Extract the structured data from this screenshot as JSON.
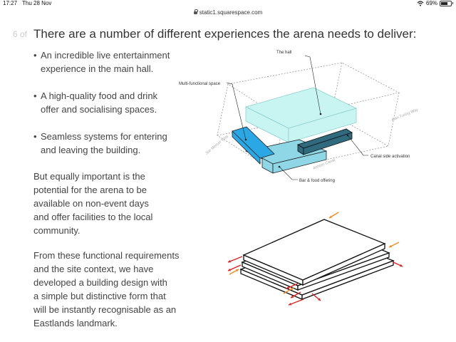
{
  "status_bar": {
    "time": "17:27",
    "date": "Thu 28 Nov",
    "battery_percent_text": "69%",
    "battery_level": 0.69,
    "icons": [
      "wifi-icon",
      "battery-icon"
    ]
  },
  "browser": {
    "url": "static1.squarespace.com"
  },
  "slide": {
    "page_counter": "6 of",
    "heading": "There are a number of different experiences the arena needs to deliver:",
    "bullets": [
      {
        "line1": "An incredible live entertainment",
        "line2": "experience in the main hall."
      },
      {
        "line1": "A high-quality food and drink",
        "line2": "offer and socialising spaces."
      },
      {
        "line1": "Seamless systems for entering",
        "line2": "and leaving the building."
      }
    ],
    "paragraph1": [
      "But equally important is the",
      "potential for the arena to be",
      "available on non-event days",
      "and offer facilities to the local",
      "community."
    ],
    "paragraph2": [
      "From these functional requirements",
      "and the site context, we have",
      "developed a building design with",
      "a simple but distinctive form that",
      "will be instantly recognisable as an",
      "Eastlands landmark."
    ]
  },
  "diagram_top": {
    "labels": {
      "hall": "The hall",
      "multi": "Multi-functional space",
      "canal": "Canal side activation",
      "bar": "Bar & food offering",
      "street1": "Alan Turing Way",
      "street2": "Joe Mercer Way",
      "street3": "Ashton Canal"
    },
    "colors": {
      "hall_fill": "#c8f4f2",
      "multi_fill": "#2aa8e6",
      "bar_fill": "#8fd6e6",
      "canal_fill": "#2f6a7e"
    }
  },
  "diagram_bottom": {
    "colors": {
      "arrow_red": "#e02020",
      "arrow_orange": "#f08a24"
    }
  }
}
